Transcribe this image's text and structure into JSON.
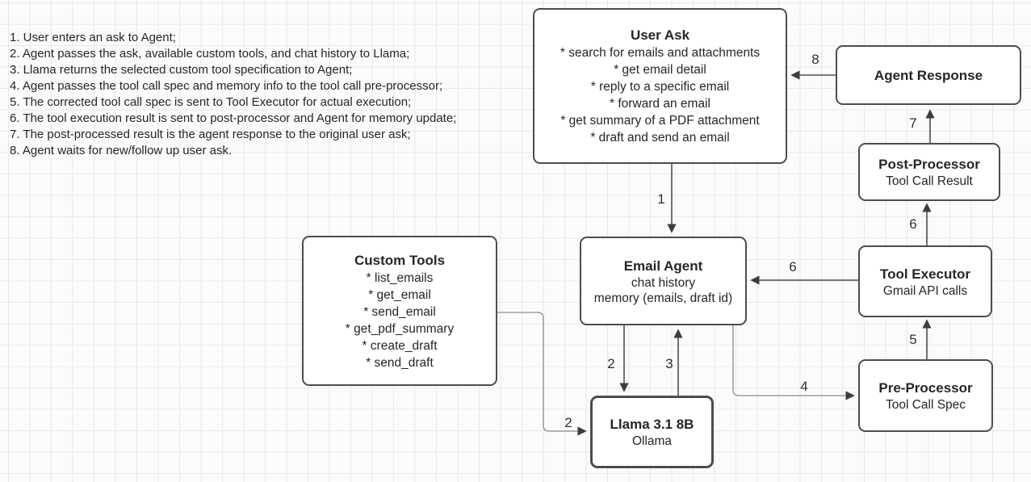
{
  "notes": {
    "lines": [
      "1. User enters an ask to Agent;",
      "2. Agent passes the ask, available custom tools, and chat history to Llama;",
      "3. Llama returns the selected custom tool specification to Agent;",
      "4. Agent passes the tool call spec and memory info to the tool call pre-processor;",
      "5. The corrected tool call spec is sent to Tool Executor for actual execution;",
      "6. The tool execution result is sent to post-processor and Agent for memory update;",
      "7. The post-processed result is the agent response to the original user ask;",
      "8. Agent waits for new/follow up user ask."
    ]
  },
  "boxes": {
    "user_ask": {
      "title": "User Ask",
      "lines": [
        "* search for emails and attachments",
        "* get email detail",
        "* reply to a specific email",
        "* forward an email",
        "* get summary of a PDF attachment",
        "* draft and send an email"
      ]
    },
    "agent_response": {
      "title": "Agent Response",
      "lines": []
    },
    "post_processor": {
      "title": "Post-Processor",
      "lines": [
        "Tool Call Result"
      ]
    },
    "email_agent": {
      "title": "Email Agent",
      "lines": [
        "chat history",
        "memory (emails, draft id)"
      ]
    },
    "tool_executor": {
      "title": "Tool Executor",
      "lines": [
        "Gmail API calls"
      ]
    },
    "custom_tools": {
      "title": "Custom Tools",
      "lines": [
        "* list_emails",
        "* get_email",
        "* send_email",
        "* get_pdf_summary",
        "* create_draft",
        "* send_draft"
      ]
    },
    "pre_processor": {
      "title": "Pre-Processor",
      "lines": [
        "Tool Call Spec"
      ]
    },
    "llama": {
      "title": "Llama 3.1 8B",
      "lines": [
        "Ollama"
      ]
    }
  },
  "edges": {
    "user_ask_to_email_agent": {
      "label": "1"
    },
    "email_agent_to_llama": {
      "label": "2"
    },
    "custom_tools_to_llama": {
      "label": "2"
    },
    "llama_to_email_agent": {
      "label": "3"
    },
    "email_agent_to_pre_processor": {
      "label": "4"
    },
    "pre_processor_to_tool_executor": {
      "label": "5"
    },
    "tool_executor_to_email_agent": {
      "label": "6"
    },
    "tool_executor_to_post_processor": {
      "label": "6"
    },
    "post_processor_to_agent_response": {
      "label": "7"
    },
    "agent_response_to_user_ask": {
      "label": "8"
    }
  },
  "colors": {
    "canvas_bg": "#fbfbfb",
    "grid_line": "#e9e9e9",
    "box_border": "#4d4d4d",
    "connector_dark": "#4f4f4f",
    "connector_light": "#9e9e9e",
    "arrowhead": "#3d3d3d",
    "text": "#262626"
  }
}
